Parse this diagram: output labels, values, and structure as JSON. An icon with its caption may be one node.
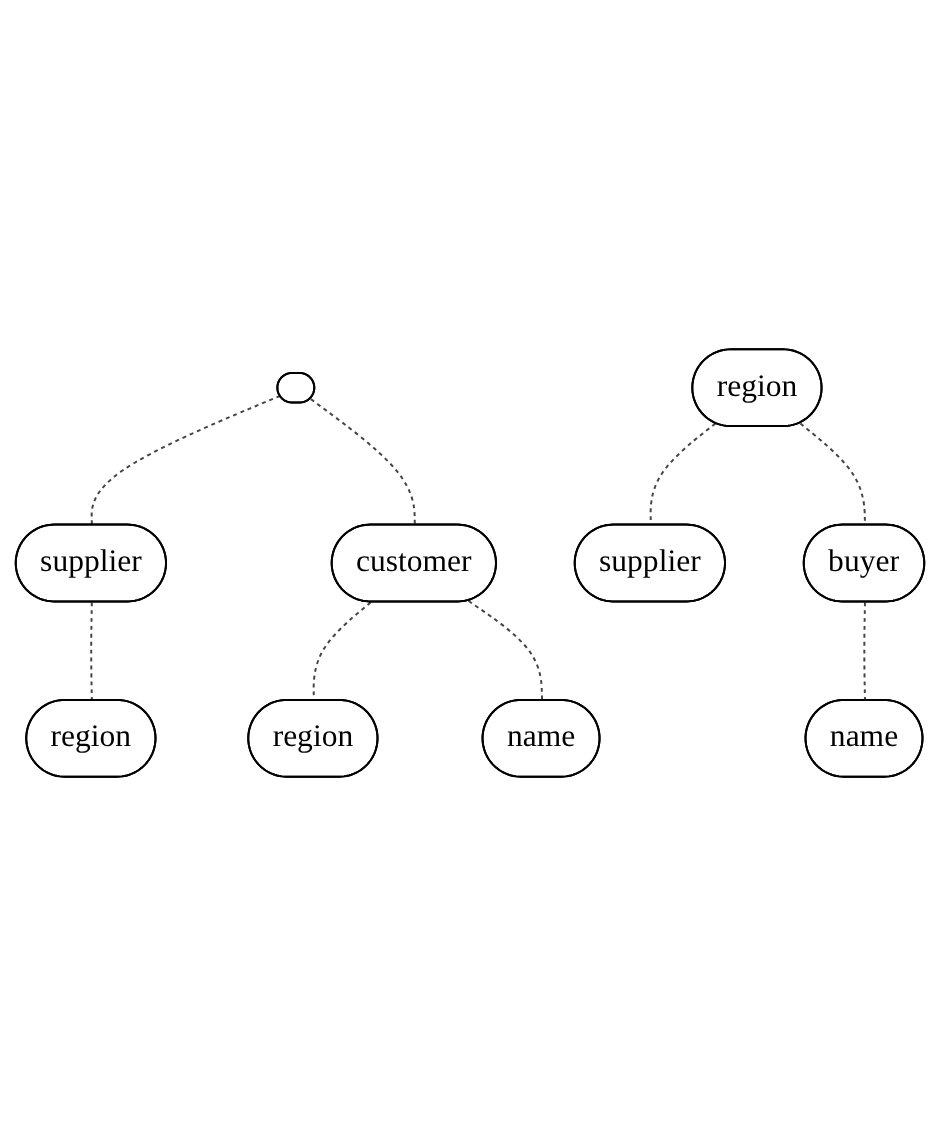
{
  "diagram": {
    "nodes": [
      {
        "text": [],
        "shape": "ellipse"
      },
      {
        "text": [
          "supplier"
        ]
      },
      {
        "text": [
          "customer"
        ]
      },
      {
        "text": [
          "region"
        ]
      },
      {
        "text": [
          "region"
        ]
      },
      {
        "text": [
          "name"
        ]
      },
      {
        "text": [
          "region"
        ]
      },
      {
        "text": [
          "supplier"
        ]
      },
      {
        "text": [
          "buyer"
        ]
      },
      {
        "text": [
          "name"
        ]
      }
    ],
    "edges": [
      {
        "from": 0,
        "to": 1,
        "arrow": "none",
        "style": "dashed"
      },
      {
        "from": 0,
        "to": 2,
        "arrow": "none",
        "style": "dashed"
      },
      {
        "from": 1,
        "to": 3,
        "arrow": "none",
        "style": "dashed"
      },
      {
        "from": 2,
        "to": 4,
        "arrow": "none",
        "style": "dashed"
      },
      {
        "from": 2,
        "to": 5,
        "arrow": "none",
        "style": "dashed"
      },
      {
        "from": 6,
        "to": 7,
        "arrow": "none",
        "style": "dashed"
      },
      {
        "from": 6,
        "to": 8,
        "arrow": "none",
        "style": "dashed"
      },
      {
        "from": 8,
        "to": 9,
        "arrow": "none",
        "style": "dashed"
      }
    ]
  }
}
